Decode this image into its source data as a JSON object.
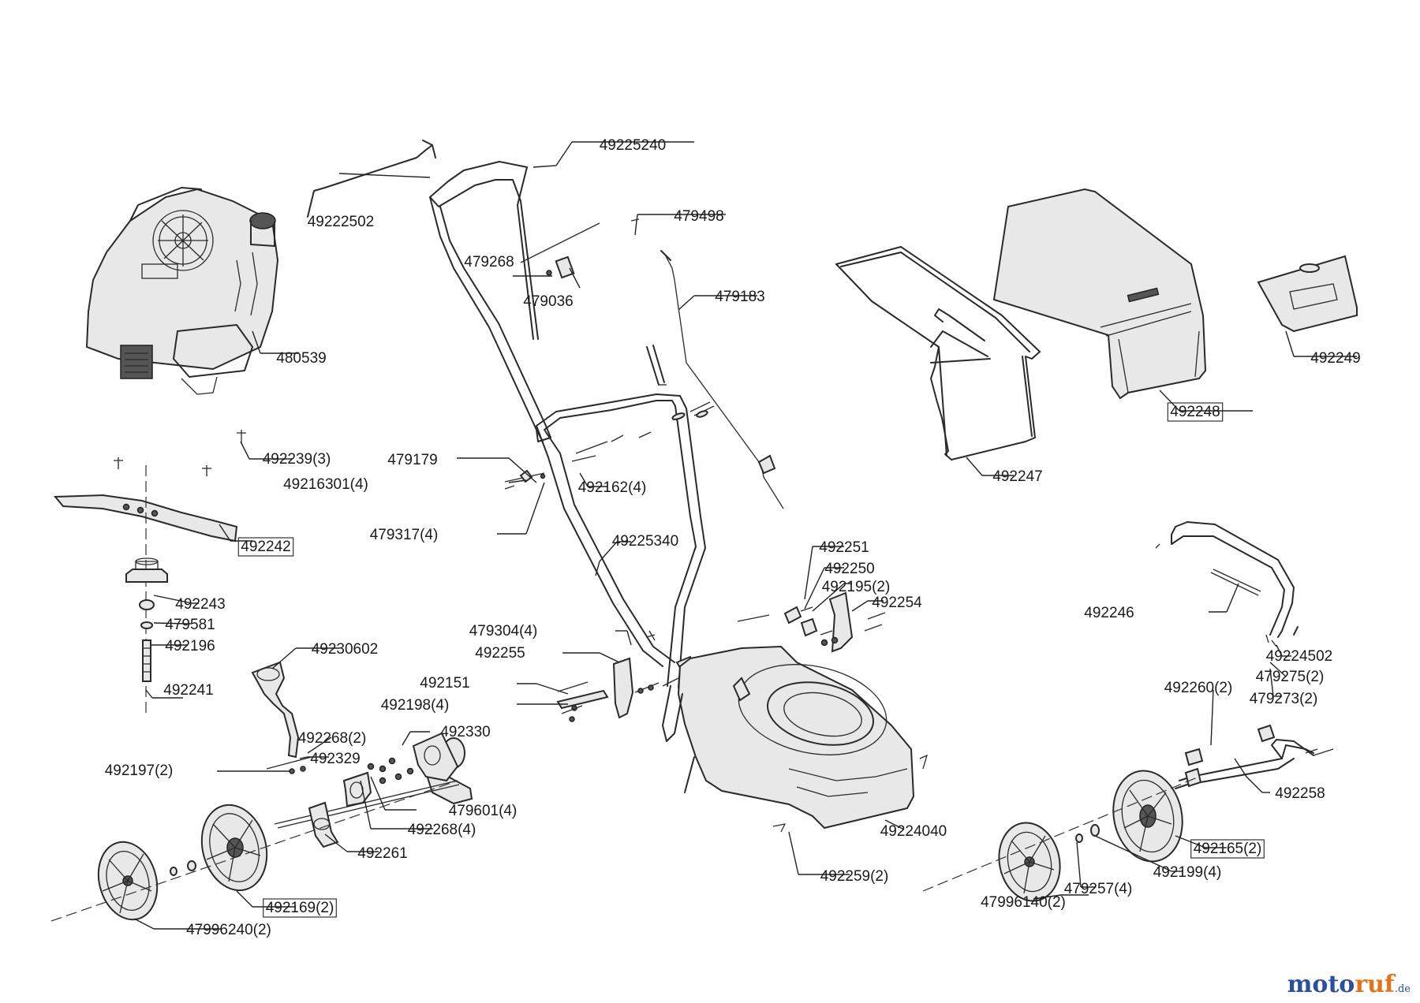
{
  "parts": [
    {
      "id": "p01",
      "label": "49225240",
      "boxed": false
    },
    {
      "id": "p02",
      "label": "49222502",
      "boxed": false
    },
    {
      "id": "p03",
      "label": "479498",
      "boxed": false
    },
    {
      "id": "p04",
      "label": "479268",
      "boxed": false
    },
    {
      "id": "p05",
      "label": "479036",
      "boxed": false
    },
    {
      "id": "p06",
      "label": "479183",
      "boxed": false
    },
    {
      "id": "p07",
      "label": "480539",
      "boxed": false
    },
    {
      "id": "p08",
      "label": "492249",
      "boxed": false
    },
    {
      "id": "p09",
      "label": "492248",
      "boxed": true
    },
    {
      "id": "p10",
      "label": "492239(3)",
      "boxed": false
    },
    {
      "id": "p11",
      "label": "479179",
      "boxed": false
    },
    {
      "id": "p12",
      "label": "49216301(4)",
      "boxed": false
    },
    {
      "id": "p13",
      "label": "492162(4)",
      "boxed": false
    },
    {
      "id": "p14",
      "label": "492247",
      "boxed": false
    },
    {
      "id": "p15",
      "label": "479317(4)",
      "boxed": false
    },
    {
      "id": "p16",
      "label": "492242",
      "boxed": true
    },
    {
      "id": "p17",
      "label": "49225340",
      "boxed": false
    },
    {
      "id": "p18",
      "label": "492251",
      "boxed": false
    },
    {
      "id": "p19",
      "label": "492250",
      "boxed": false
    },
    {
      "id": "p20",
      "label": "492195(2)",
      "boxed": false
    },
    {
      "id": "p21",
      "label": "492254",
      "boxed": false
    },
    {
      "id": "p22",
      "label": "492243",
      "boxed": false
    },
    {
      "id": "p23",
      "label": "479581",
      "boxed": false
    },
    {
      "id": "p24",
      "label": "492196",
      "boxed": false
    },
    {
      "id": "p25",
      "label": "479304(4)",
      "boxed": false
    },
    {
      "id": "p26",
      "label": "492255",
      "boxed": false
    },
    {
      "id": "p27",
      "label": "49230602",
      "boxed": false
    },
    {
      "id": "p28",
      "label": "492246",
      "boxed": false
    },
    {
      "id": "p29",
      "label": "49224502",
      "boxed": false
    },
    {
      "id": "p30",
      "label": "479275(2)",
      "boxed": false
    },
    {
      "id": "p31",
      "label": "479273(2)",
      "boxed": false
    },
    {
      "id": "p32",
      "label": "492151",
      "boxed": false
    },
    {
      "id": "p33",
      "label": "492241",
      "boxed": false
    },
    {
      "id": "p34",
      "label": "492198(4)",
      "boxed": false
    },
    {
      "id": "p35",
      "label": "492260(2)",
      "boxed": false
    },
    {
      "id": "p36",
      "label": "492330",
      "boxed": false
    },
    {
      "id": "p37",
      "label": "492268(2)",
      "boxed": false
    },
    {
      "id": "p38",
      "label": "492329",
      "boxed": false
    },
    {
      "id": "p39",
      "label": "492197(2)",
      "boxed": false
    },
    {
      "id": "p40",
      "label": "492258",
      "boxed": false
    },
    {
      "id": "p41",
      "label": "479601(4)",
      "boxed": false
    },
    {
      "id": "p42",
      "label": "492268(4)",
      "boxed": false
    },
    {
      "id": "p43",
      "label": "49224040",
      "boxed": false
    },
    {
      "id": "p44",
      "label": "492165(2)",
      "boxed": true
    },
    {
      "id": "p45",
      "label": "492261",
      "boxed": false
    },
    {
      "id": "p46",
      "label": "492199(4)",
      "boxed": false
    },
    {
      "id": "p47",
      "label": "492259(2)",
      "boxed": false
    },
    {
      "id": "p48",
      "label": "479257(4)",
      "boxed": false
    },
    {
      "id": "p49",
      "label": "492169(2)",
      "boxed": true
    },
    {
      "id": "p50",
      "label": "47996140(2)",
      "boxed": false
    },
    {
      "id": "p51",
      "label": "47996240(2)",
      "boxed": false
    }
  ],
  "watermark": {
    "brand_a": "moto",
    "brand_b": "ruf",
    "suffix": ".de"
  }
}
